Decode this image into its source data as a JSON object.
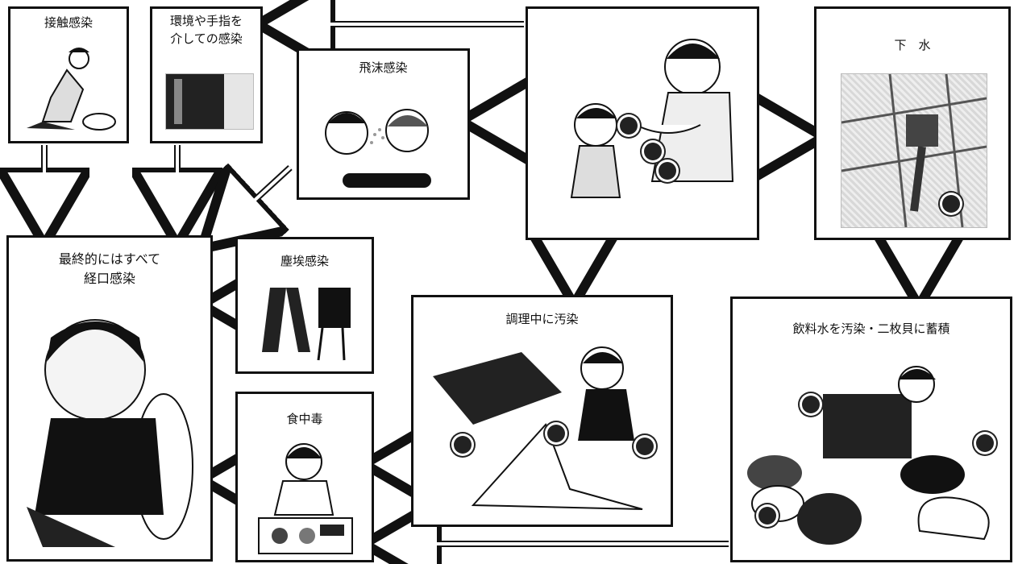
{
  "boxes": {
    "contact": {
      "label": "接触感染"
    },
    "environment": {
      "label_line1": "環境や手指を",
      "label_line2": "介しての感染"
    },
    "droplet": {
      "label": "飛沫感染"
    },
    "source": {
      "label": ""
    },
    "sewage": {
      "label": "下　水"
    },
    "final": {
      "label_line1": "最終的にはすべて",
      "label_line2": "経口感染"
    },
    "dust": {
      "label": "塵埃感染"
    },
    "cooking": {
      "label": "調理中に汚染"
    },
    "water": {
      "label": "飲料水を汚染・二枚貝に蓄積"
    },
    "food": {
      "label": "食中毒"
    }
  },
  "colors": {
    "border": "#111111",
    "arrow": "#111111",
    "virus": "#222222"
  }
}
